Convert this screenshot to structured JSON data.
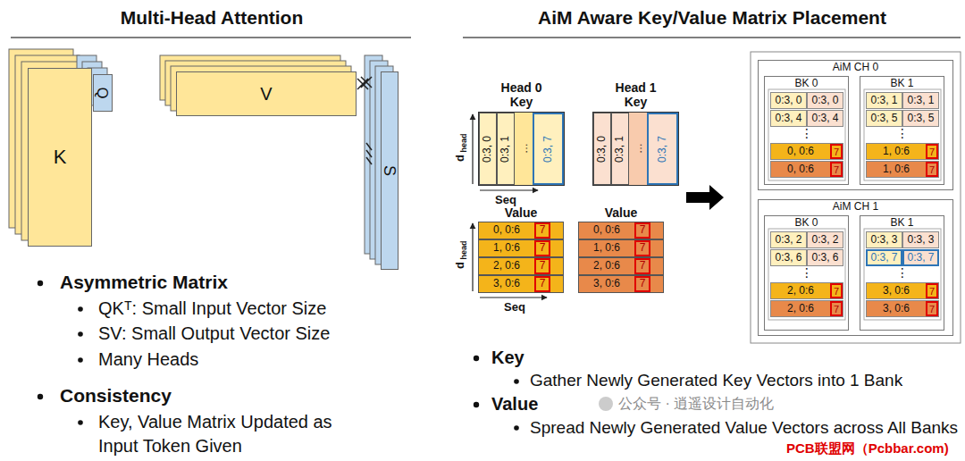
{
  "diagram": {
    "nodes": [
      {
        "text": [
          "K"
        ]
      },
      {
        "text": [
          "Q"
        ]
      },
      {
        "text": [
          "V"
        ]
      },
      {
        "text": [
          "S"
        ]
      },
      {
        "text": [
          "Head 0 Key"
        ]
      },
      {
        "text": [
          "0:3, 0"
        ],
        "in": 4
      },
      {
        "text": [
          "0:3, 1"
        ],
        "in": 4
      },
      {
        "text": [
          "0:3, 7"
        ],
        "in": 4
      },
      {
        "text": [
          "Head 1 Key"
        ]
      },
      {
        "text": [
          "0:3, 0"
        ],
        "in": 8
      },
      {
        "text": [
          "0:3, 1"
        ],
        "in": 8
      },
      {
        "text": [
          "0:3, 7"
        ],
        "in": 8
      },
      {
        "text": [
          "Value"
        ]
      },
      {
        "text": [
          "0, 0:6"
        ],
        "in": 12
      },
      {
        "text": [
          "7"
        ],
        "in": 13
      },
      {
        "text": [
          "1, 0:6"
        ],
        "in": 12
      },
      {
        "text": [
          "7"
        ],
        "in": 15
      },
      {
        "text": [
          "2, 0:6"
        ],
        "in": 12
      },
      {
        "text": [
          "7"
        ],
        "in": 17
      },
      {
        "text": [
          "3, 0:6"
        ],
        "in": 12
      },
      {
        "text": [
          "7"
        ],
        "in": 19
      },
      {
        "text": [
          "Value"
        ]
      },
      {
        "text": [
          "0, 0:6"
        ],
        "in": 21
      },
      {
        "text": [
          "7"
        ],
        "in": 22
      },
      {
        "text": [
          "1, 0:6"
        ],
        "in": 21
      },
      {
        "text": [
          "7"
        ],
        "in": 24
      },
      {
        "text": [
          "2, 0:6"
        ],
        "in": 21
      },
      {
        "text": [
          "7"
        ],
        "in": 26
      },
      {
        "text": [
          "3, 0:6"
        ],
        "in": 21
      },
      {
        "text": [
          "7"
        ],
        "in": 28
      },
      {
        "text": [
          "AiM CH 0"
        ]
      },
      {
        "text": [
          "BK 0"
        ],
        "in": 30
      },
      {
        "text": [
          "0:3, 0"
        ],
        "in": 31
      },
      {
        "text": [
          "0:3, 0"
        ],
        "in": 31
      },
      {
        "text": [
          "0:3, 4"
        ],
        "in": 31
      },
      {
        "text": [
          "0:3, 4"
        ],
        "in": 31
      },
      {
        "text": [
          "0, 0:6"
        ],
        "in": 31
      },
      {
        "text": [
          "7"
        ],
        "in": 36
      },
      {
        "text": [
          "0, 0:6"
        ],
        "in": 31
      },
      {
        "text": [
          "7"
        ],
        "in": 38
      },
      {
        "text": [
          "BK 1"
        ],
        "in": 30
      },
      {
        "text": [
          "0:3, 1"
        ],
        "in": 40
      },
      {
        "text": [
          "0:3, 1"
        ],
        "in": 40
      },
      {
        "text": [
          "0:3, 5"
        ],
        "in": 40
      },
      {
        "text": [
          "0:3, 5"
        ],
        "in": 40
      },
      {
        "text": [
          "1, 0:6"
        ],
        "in": 40
      },
      {
        "text": [
          "7"
        ],
        "in": 45
      },
      {
        "text": [
          "1, 0:6"
        ],
        "in": 40
      },
      {
        "text": [
          "7"
        ],
        "in": 47
      },
      {
        "text": [
          "AiM CH 1"
        ]
      },
      {
        "text": [
          "BK 0"
        ],
        "in": 49
      },
      {
        "text": [
          "0:3, 2"
        ],
        "in": 50
      },
      {
        "text": [
          "0:3, 2"
        ],
        "in": 50
      },
      {
        "text": [
          "0:3, 6"
        ],
        "in": 50
      },
      {
        "text": [
          "0:3, 6"
        ],
        "in": 50
      },
      {
        "text": [
          "2, 0:6"
        ],
        "in": 50
      },
      {
        "text": [
          "7"
        ],
        "in": 55
      },
      {
        "text": [
          "2, 0:6"
        ],
        "in": 50
      },
      {
        "text": [
          "7"
        ],
        "in": 57
      },
      {
        "text": [
          "BK 1"
        ],
        "in": 49
      },
      {
        "text": [
          "0:3, 3"
        ],
        "in": 59
      },
      {
        "text": [
          "0:3, 3"
        ],
        "in": 59
      },
      {
        "text": [
          "0:3, 7"
        ],
        "in": 59
      },
      {
        "text": [
          "0:3, 7"
        ],
        "in": 59
      },
      {
        "text": [
          "3, 0:6"
        ],
        "in": 59
      },
      {
        "text": [
          "7"
        ],
        "in": 64
      },
      {
        "text": [
          "3, 0:6"
        ],
        "in": 59
      },
      {
        "text": [
          "7"
        ],
        "in": 66
      }
    ],
    "labels": [
      "Multi-Head Attention",
      "AiM Aware Key/Value Matrix Placement",
      "…",
      "…",
      "d",
      "head",
      "Seq",
      "d",
      "head",
      "Seq",
      "⋮",
      "⋮",
      "⋮",
      "⋮",
      "Asymmetric Matrix",
      "QKᵀ: Small Input Vector Size",
      "SV: Small Output Vector Size",
      "Many Heads",
      "Consistency",
      "Key, Value Matrix Updated as Input Token Given",
      "Key",
      "Gather Newly Generated Key Vectors into 1 Bank",
      "Value",
      "Spread Newly Generated Value Vectors across All Banks",
      "公众号 · 逍遥设计自动化",
      "PCB联盟网（Pcbbar.com)"
    ]
  }
}
